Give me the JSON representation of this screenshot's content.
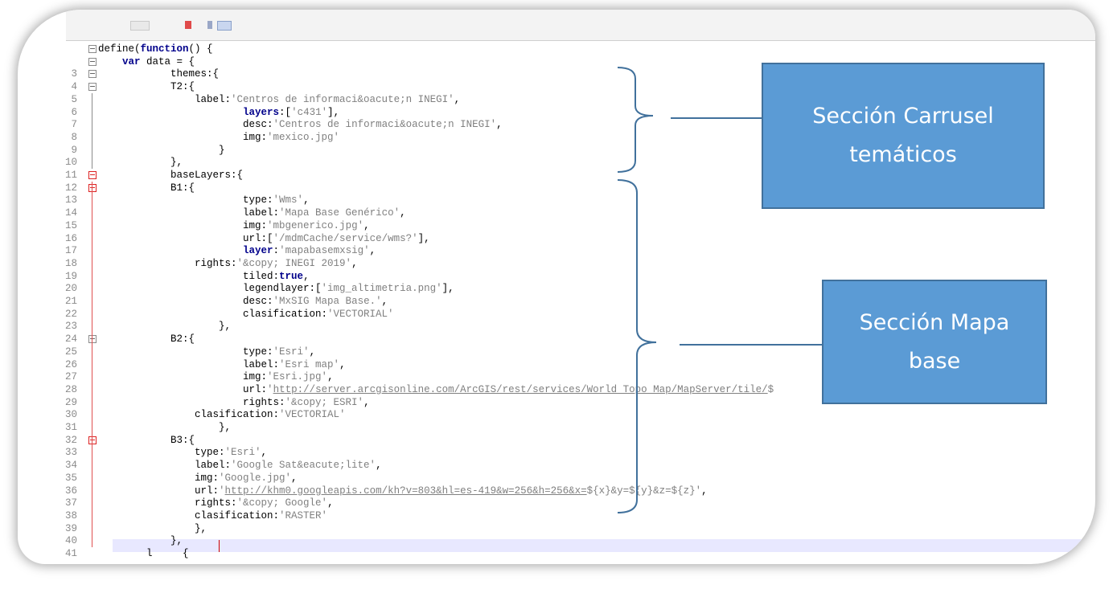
{
  "editor": {
    "lines": [
      {
        "n": "",
        "html": "define(<span class='kw'>function</span>() {"
      },
      {
        "n": "",
        "html": "    <span class='kw'>var</span> data = {"
      },
      {
        "n": "3",
        "html": "            themes:{"
      },
      {
        "n": "4",
        "html": "            T2:{"
      },
      {
        "n": "5",
        "html": "                label:<span class='str'>'Centros de informaci&amp;oacute;n INEGI'</span>,"
      },
      {
        "n": "6",
        "html": "                        <span class='kw'>layers</span>:[<span class='str'>'c431'</span>],"
      },
      {
        "n": "7",
        "html": "                        desc:<span class='str'>'Centros de informaci&amp;oacute;n INEGI'</span>,"
      },
      {
        "n": "8",
        "html": "                        img:<span class='str'>'mexico.jpg'</span>"
      },
      {
        "n": "9",
        "html": "                    }"
      },
      {
        "n": "10",
        "html": "            },"
      },
      {
        "n": "11",
        "html": "            baseLayers:{"
      },
      {
        "n": "12",
        "html": "            B1:{"
      },
      {
        "n": "13",
        "html": "                        type:<span class='str'>'Wms'</span>,"
      },
      {
        "n": "14",
        "html": "                        label:<span class='str'>'Mapa Base Genérico'</span>,"
      },
      {
        "n": "15",
        "html": "                        img:<span class='str'>'mbgenerico.jpg'</span>,"
      },
      {
        "n": "16",
        "html": "                        url:[<span class='str'>'/mdmCache/service/wms?'</span>],"
      },
      {
        "n": "17",
        "html": "                        <span class='kw'>layer</span>:<span class='str'>'mapabasemxsig'</span>,"
      },
      {
        "n": "18",
        "html": "                rights:<span class='str'>'&amp;copy; INEGI 2019'</span>,"
      },
      {
        "n": "19",
        "html": "                        tiled:<span class='kw'>true</span>,"
      },
      {
        "n": "20",
        "html": "                        legendlayer:[<span class='str'>'img_altimetria.png'</span>],"
      },
      {
        "n": "21",
        "html": "                        desc:<span class='str'>'MxSIG Mapa Base.'</span>,"
      },
      {
        "n": "22",
        "html": "                        clasification:<span class='str'>'VECTORIAL'</span>"
      },
      {
        "n": "23",
        "html": "                    },"
      },
      {
        "n": "24",
        "html": "            B2:{"
      },
      {
        "n": "25",
        "html": "                        type:<span class='str'>'Esri'</span>,"
      },
      {
        "n": "26",
        "html": "                        label:<span class='str'>'Esri map'</span>,"
      },
      {
        "n": "27",
        "html": "                        img:<span class='str'>'Esri.jpg'</span>,"
      },
      {
        "n": "28",
        "html": "                        url:<span class='str'>'</span><span class='lnk'>http://server.arcgisonline.com/ArcGIS/rest/services/World_Topo_Map/MapServer/tile/</span><span class='str'>$</span>"
      },
      {
        "n": "29",
        "html": "                        rights:<span class='str'>'&amp;copy; ESRI'</span>,"
      },
      {
        "n": "30",
        "html": "                clasification:<span class='str'>'VECTORIAL'</span>"
      },
      {
        "n": "31",
        "html": "                    },"
      },
      {
        "n": "32",
        "html": "            B3:{"
      },
      {
        "n": "33",
        "html": "                type:<span class='str'>'Esri'</span>,"
      },
      {
        "n": "34",
        "html": "                label:<span class='str'>'Google Sat&amp;eacute;lite'</span>,"
      },
      {
        "n": "35",
        "html": "                img:<span class='str'>'Google.jpg'</span>,"
      },
      {
        "n": "36",
        "html": "                url:<span class='str'>'</span><span class='lnk'>http://khm0.googleapis.com/kh?v=803&amp;hl=es-419&amp;w=256&amp;h=256&amp;x=</span><span class='str'>${x}&amp;y=${y}&amp;z=${z}'</span>,"
      },
      {
        "n": "37",
        "html": "                rights:<span class='str'>'&amp;copy; Google'</span>,"
      },
      {
        "n": "38",
        "html": "                clasification:<span class='str'>'RASTER'</span>"
      },
      {
        "n": "39",
        "html": "                },"
      },
      {
        "n": "40",
        "html": "            },"
      },
      {
        "n": "41",
        "html": "        l     {"
      }
    ]
  },
  "callouts": {
    "carrusel": {
      "line1": "Sección Carrusel",
      "line2": "temáticos"
    },
    "mapa_base": {
      "line1": "Sección Mapa",
      "line2": "base"
    }
  },
  "colors": {
    "callout_fill": "#5b9bd5",
    "callout_border": "#41719c",
    "brace": "#41719c"
  }
}
